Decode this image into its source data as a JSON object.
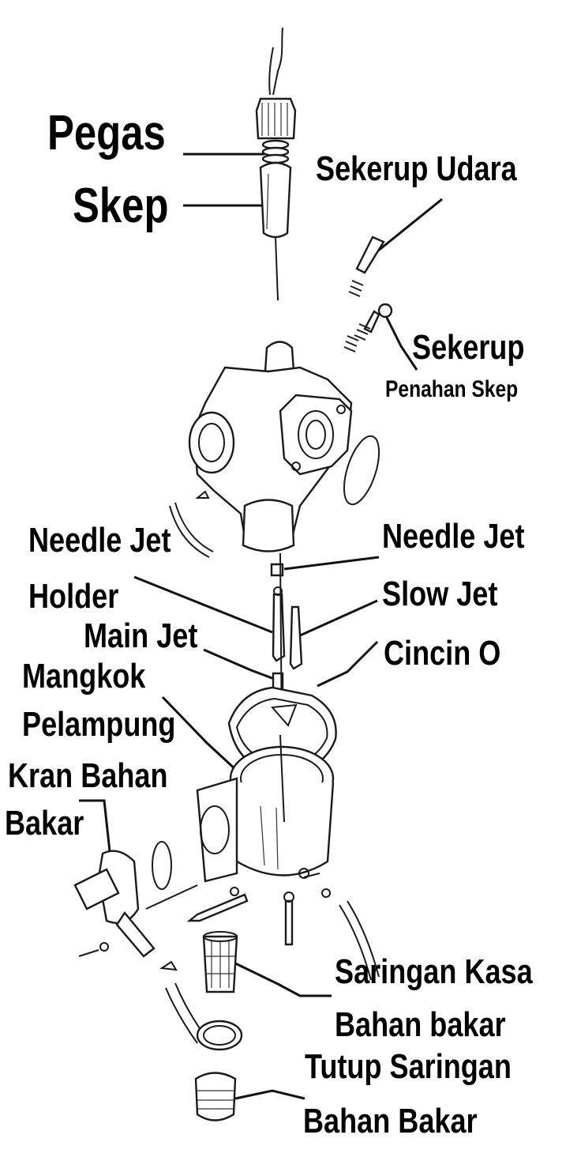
{
  "labels": {
    "pegas": "Pegas",
    "skep": "Skep",
    "sekerup_udara": "Sekerup Udara",
    "sekerup": "Sekerup",
    "penahan_skep": "Penahan Skep",
    "needle_jet_holder_1": "Needle Jet",
    "needle_jet_holder_2": "Holder",
    "needle_jet": "Needle Jet",
    "slow_jet": "Slow Jet",
    "main_jet": "Main Jet",
    "cincin_o": "Cincin O",
    "mangkok_1": "Mangkok",
    "mangkok_2": "Pelampung",
    "kran_1": "Kran Bahan",
    "kran_2": "Bakar",
    "saringan_kasa_1": "Saringan Kasa",
    "saringan_kasa_2": "Bahan bakar",
    "tutup_saringan_1": "Tutup Saringan",
    "tutup_saringan_2": "Bahan Bakar"
  },
  "colors": {
    "ink": "#000000",
    "background": "#ffffff"
  }
}
